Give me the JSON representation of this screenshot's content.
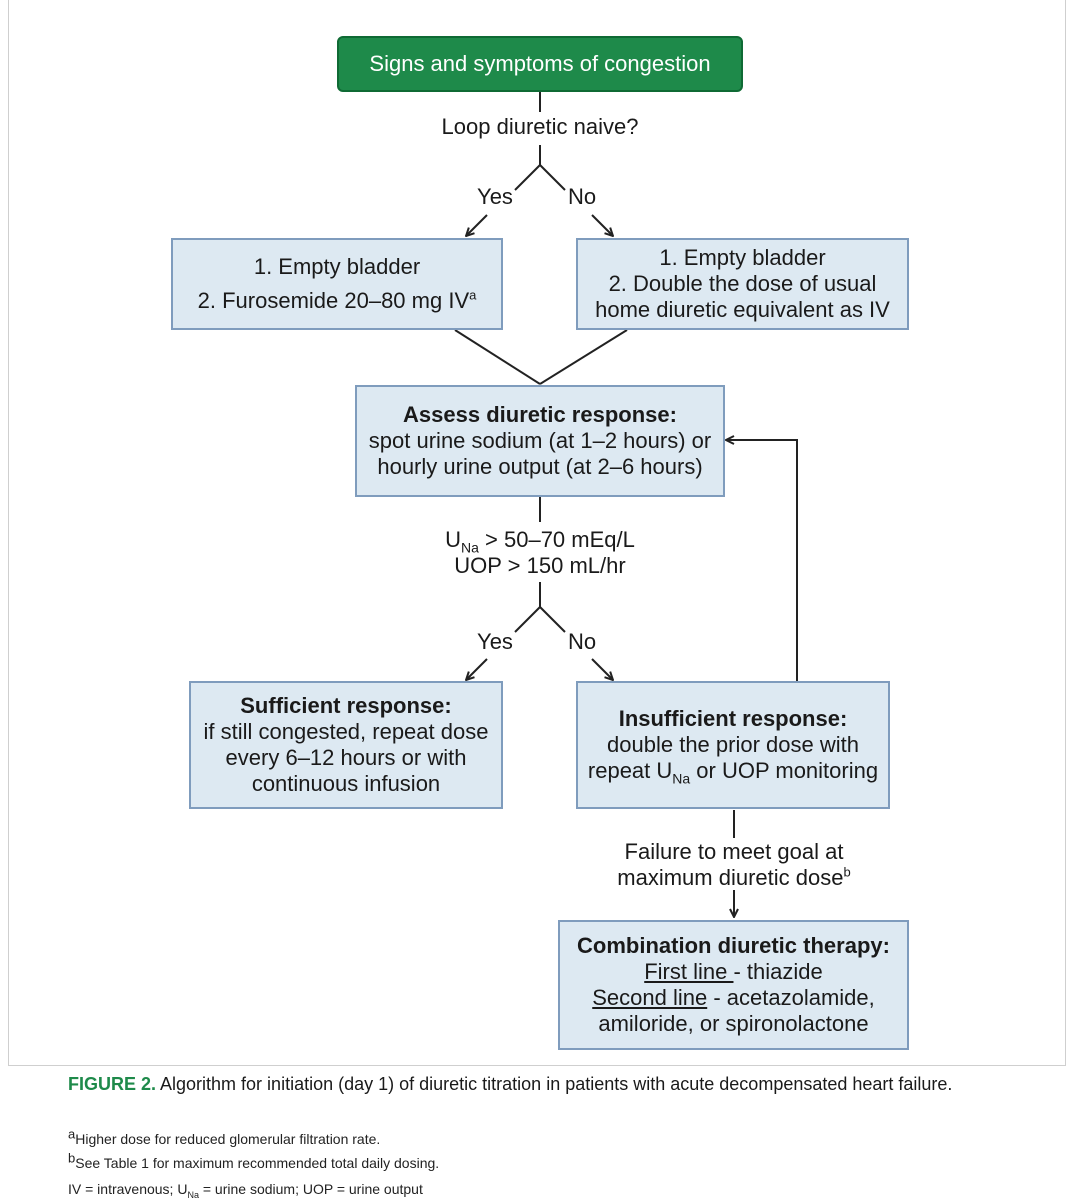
{
  "start": {
    "label": "Signs and symptoms of congestion"
  },
  "q1": {
    "label": "Loop diuretic naive?",
    "yes": "Yes",
    "no": "No"
  },
  "box_yes1": {
    "line1": "1. Empty bladder",
    "line2": "2. Furosemide 20–80 mg IV",
    "sup": "a"
  },
  "box_no1": {
    "line1": "1. Empty bladder",
    "line2": "2. Double the dose of usual",
    "line3": "home diuretic equivalent as IV"
  },
  "assess": {
    "head": "Assess diuretic response:",
    "line1": "spot urine sodium (at 1–2 hours) or",
    "line2": "hourly urine output (at 2–6 hours)"
  },
  "criteria": {
    "una_prefix": "U",
    "una_sub": "Na",
    "una_rest": " > 50–70 mEq/L",
    "uop": "UOP > 150 mL/hr",
    "yes": "Yes",
    "no": "No"
  },
  "sufficient": {
    "head": "Sufficient response:",
    "line1": "if still congested, repeat dose",
    "line2": "every 6–12 hours or with",
    "line3": "continuous infusion"
  },
  "insufficient": {
    "head": "Insufficient response:",
    "line1": "double the prior dose with",
    "line2_pre": "repeat U",
    "line2_sub": "Na",
    "line2_post": " or UOP monitoring"
  },
  "failure": {
    "line1": "Failure to meet goal at",
    "line2": "maximum diuretic dose",
    "sup": "b"
  },
  "combo": {
    "head": "Combination diuretic therapy:",
    "first_u": "First line ",
    "first_rest": "- thiazide",
    "second_u": "Second line",
    "second_rest": " - acetazolamide,",
    "line4": "amiloride, or spironolactone"
  },
  "caption": {
    "fig": "FIGURE 2.",
    "text": " Algorithm for initiation (day 1) of diuretic titration in patients with acute decompensated heart failure."
  },
  "footnotes": {
    "a_mark": "a",
    "a_text": "Higher dose for reduced glomerular filtration rate.",
    "b_mark": "b",
    "b_text": "See Table 1 for maximum recommended total daily dosing.",
    "abbr_pre": "IV = intravenous; U",
    "abbr_sub": "Na",
    "abbr_post": " = urine sodium; UOP = urine output"
  },
  "colors": {
    "start_fill": "#1e8a4a",
    "box_fill": "#dde9f2",
    "box_border": "#7f9cbd",
    "caption_accent": "#1e8a4a"
  }
}
